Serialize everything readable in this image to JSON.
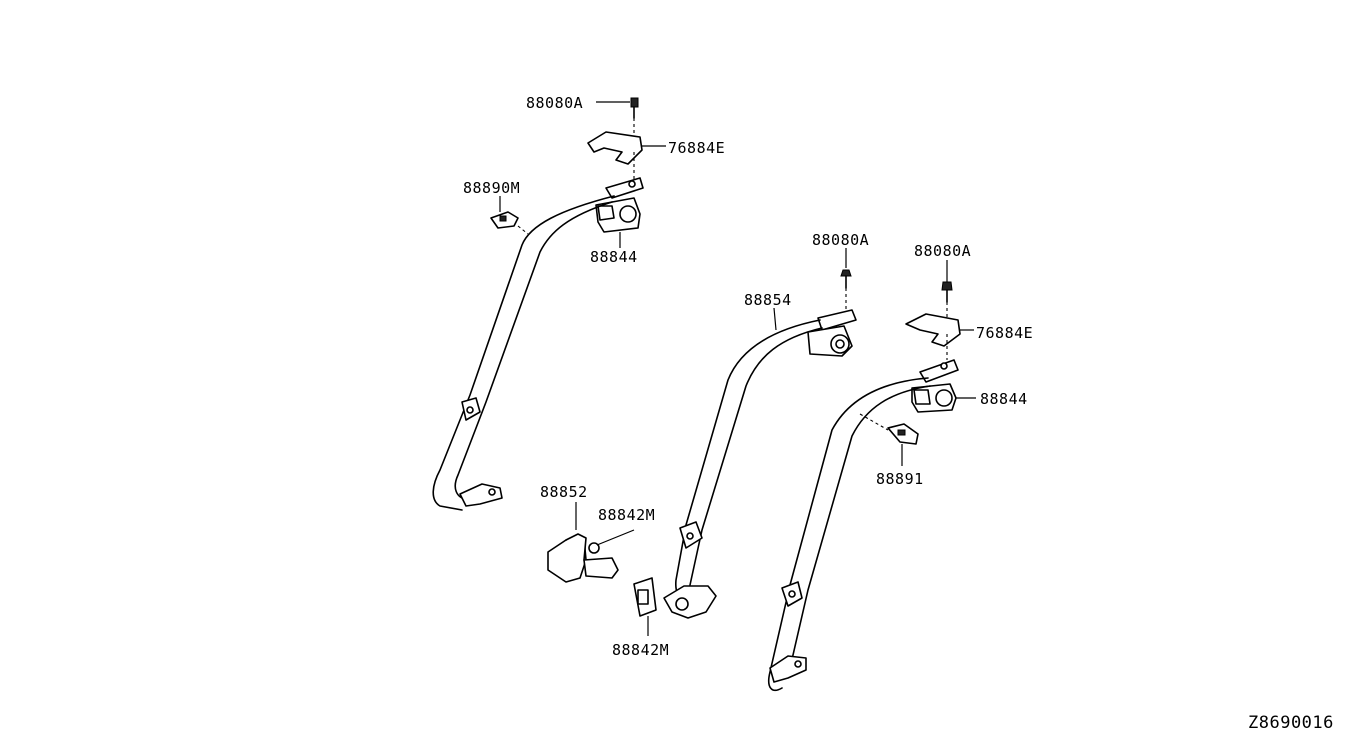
{
  "callouts": {
    "c1": "88080A",
    "c2": "76884E",
    "c3": "88890M",
    "c4": "88844",
    "c5": "88852",
    "c6": "88842M",
    "c7": "88080A",
    "c8": "88854",
    "c9": "88842M",
    "c10": "88080A",
    "c11": "76884E",
    "c12": "88844",
    "c13": "88891"
  },
  "diagram_id": "Z8690016"
}
